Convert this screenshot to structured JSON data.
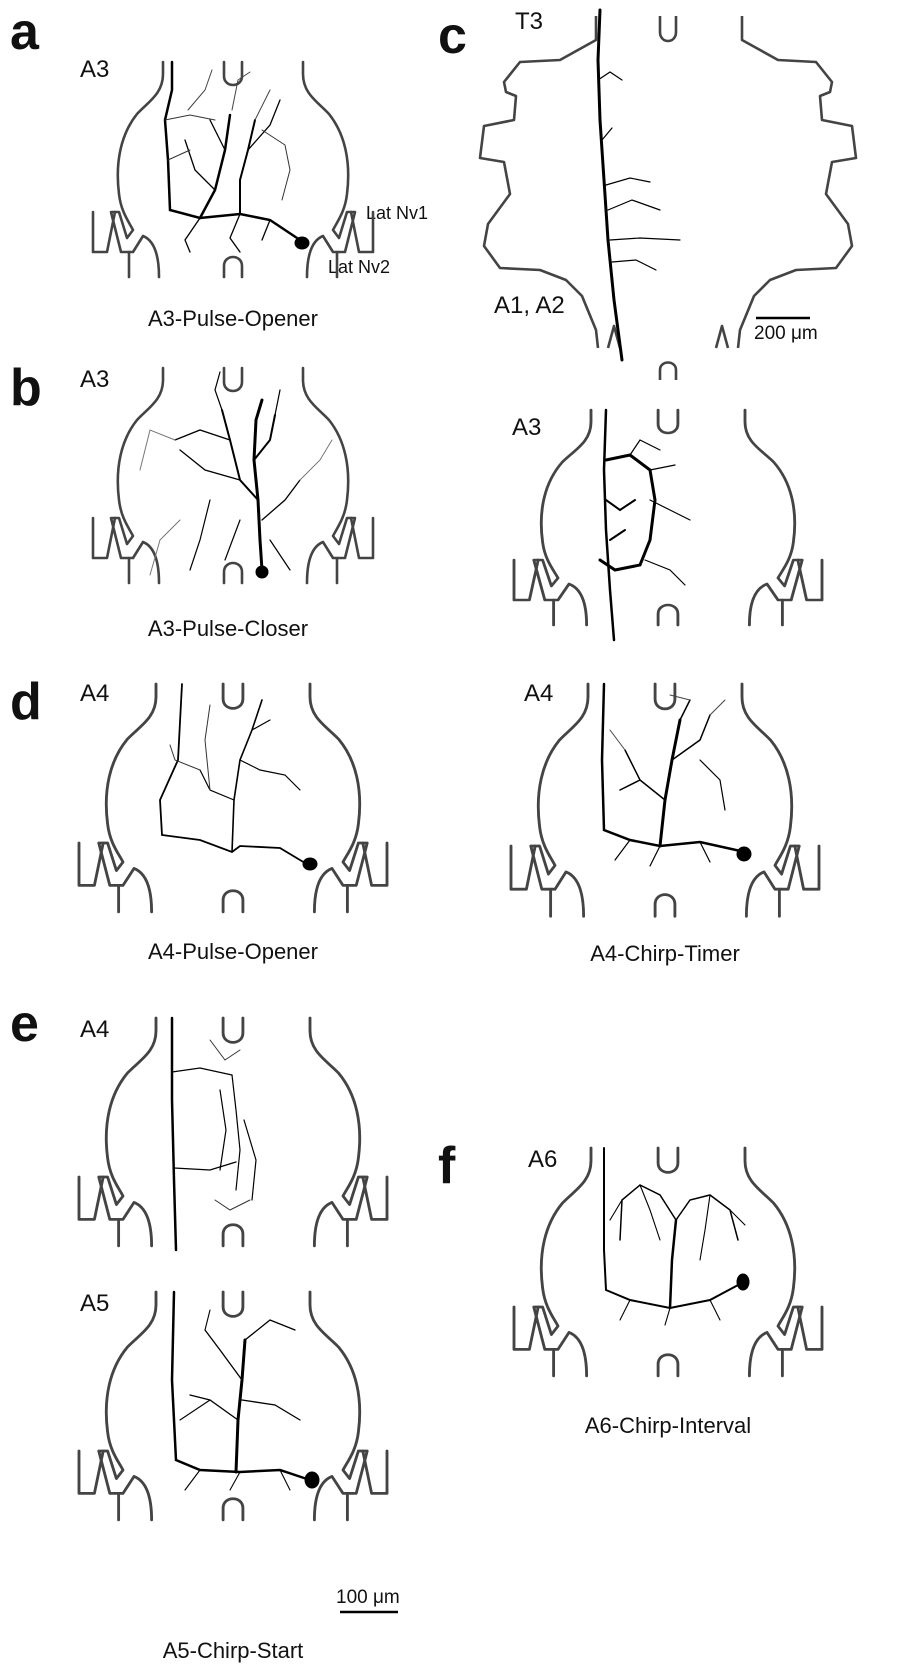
{
  "panels": {
    "a": {
      "letter": "a",
      "segment": "A3",
      "caption": "A3-Pulse-Opener",
      "nerve1": "Lat Nv1",
      "nerve2": "Lat Nv2"
    },
    "b": {
      "letter": "b",
      "segment": "A3",
      "caption": "A3-Pulse-Closer"
    },
    "c": {
      "letter": "c",
      "segment_top": "T3",
      "segment_mid": "A1, A2",
      "segment_a3": "A3",
      "segment_a4": "A4",
      "caption": "A4-Chirp-Timer",
      "scale": "200 μm"
    },
    "d": {
      "letter": "d",
      "segment": "A4",
      "caption": "A4-Pulse-Opener"
    },
    "e": {
      "letter": "e",
      "segment_top": "A4",
      "segment_bottom": "A5",
      "caption": "A5-Chirp-Start",
      "scale": "100 μm"
    },
    "f": {
      "letter": "f",
      "segment": "A6",
      "caption": "A6-Chirp-Interval"
    }
  },
  "colors": {
    "outline": "#444444",
    "neuron": "#000000"
  }
}
